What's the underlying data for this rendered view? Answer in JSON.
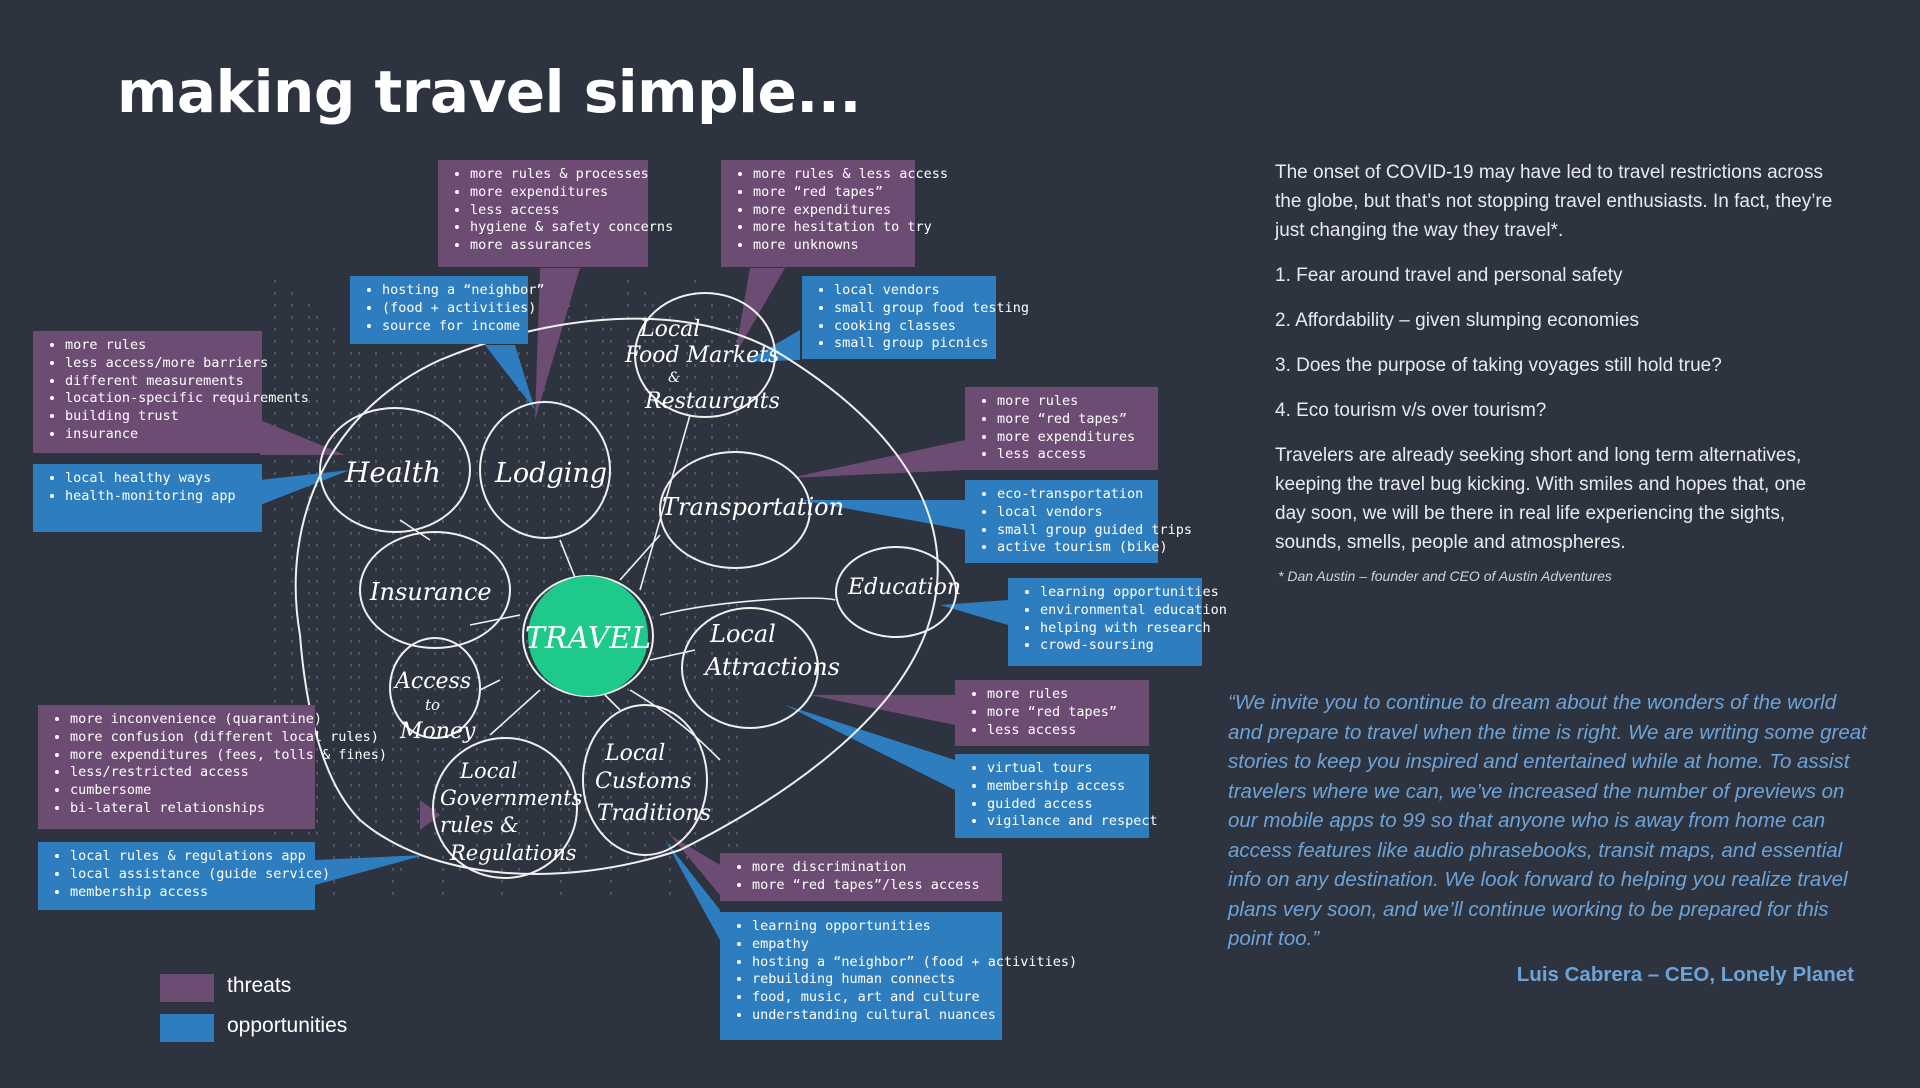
{
  "title": "making travel simple...",
  "center_label": "TRAVEL",
  "nodes": {
    "health": "Health",
    "lodging": "Lodging",
    "local_food": [
      "Local",
      "Food Markets",
      "&",
      "Restaurants"
    ],
    "transportation": "Transportation",
    "insurance": "Insurance",
    "education": "Education",
    "local_attractions": [
      "Local",
      "Attractions"
    ],
    "access_money": [
      "Access",
      "to",
      "Money"
    ],
    "local_gov": [
      "Local",
      "Governments",
      "rules &",
      "Regulations"
    ],
    "local_customs": [
      "Local",
      "Customs",
      "Traditions"
    ]
  },
  "boxes": {
    "lodging_threat": [
      "more rules & processes",
      "more expenditures",
      "less access",
      "hygiene & safety concerns",
      "more assurances"
    ],
    "food_threat": [
      "more rules & less access",
      "more “red tapes”",
      "more expenditures",
      "more hesitation to try",
      "more unknowns"
    ],
    "lodging_opp": [
      "hosting a “neighbor”",
      "(food + activities)",
      "source for income"
    ],
    "food_opp": [
      "local vendors",
      "small group food testing",
      "cooking classes",
      "small group picnics"
    ],
    "health_threat": [
      "more rules",
      "less access/more barriers",
      "different measurements",
      "location-specific requirements",
      "building trust",
      "insurance"
    ],
    "health_opp": [
      "local healthy ways",
      "health-monitoring app"
    ],
    "transport_threat": [
      "more rules",
      "more “red tapes”",
      "more expenditures",
      "less access"
    ],
    "transport_opp": [
      "eco-transportation",
      "local vendors",
      "small group guided trips",
      "active tourism (bike)"
    ],
    "education_opp": [
      "learning opportunities",
      "environmental education",
      "helping with research",
      "crowd-soursing"
    ],
    "attractions_threat": [
      "more rules",
      "more “red tapes”",
      "less access"
    ],
    "attractions_opp": [
      "virtual tours",
      "membership access",
      "guided access",
      "vigilance and respect"
    ],
    "gov_threat": [
      "more inconvenience (quarantine)",
      "more confusion (different local rules)",
      "more expenditures (fees, tolls & fines)",
      "less/restricted access",
      "cumbersome",
      "bi-lateral relationships"
    ],
    "gov_opp": [
      "local rules & regulations app",
      "local assistance (guide service)",
      "membership access"
    ],
    "customs_threat": [
      "more discrimination",
      "more “red tapes”/less access"
    ],
    "customs_opp": [
      "learning opportunities",
      "empathy",
      "hosting a “neighbor” (food + activities)",
      "rebuilding human connects",
      "food, music, art and culture",
      "understanding cultural nuances"
    ]
  },
  "legend": {
    "threats_label": "threats",
    "opportunities_label": "opportunities",
    "threat_color": "#6d4c74",
    "opportunity_color": "#2e7dbf"
  },
  "right": {
    "intro": "The onset of COVID-19 may have led to travel restrictions across the globe, but that’s not stopping travel enthusiasts. In fact, they’re just changing the way they travel*.",
    "points": [
      "1. Fear around travel and personal safety",
      "2. Affordability – given slumping economies",
      "3. Does the purpose of taking voyages still hold true?",
      "4. Eco tourism v/s over tourism?"
    ],
    "outro": "Travelers are already seeking short and long term alternatives, keeping the travel bug kicking. With smiles and hopes that, one day soon, we will be there in real life experiencing the sights, sounds, smells, people and atmospheres.",
    "footnote": "* Dan Austin – founder and CEO of Austin Adventures",
    "quote": "“We invite you to continue to dream about the wonders of the world and prepare to travel when the time is right. We are writing some great stories to keep you inspired and entertained while at home. To assist travelers where we can, we’ve increased the number of previews on our mobile apps to 99 so that anyone who is away from home can access features like audio phrasebooks, transit maps, and essential info on any destination. We look forward to helping you realize travel plans very soon, and we’ll continue working to be prepared for this point too.”",
    "quote_author": "Luis Cabrera  – CEO, Lonely Planet"
  },
  "colors": {
    "background": "#2d3440",
    "center": "#1ec98a",
    "quote": "#6fa3d6"
  }
}
